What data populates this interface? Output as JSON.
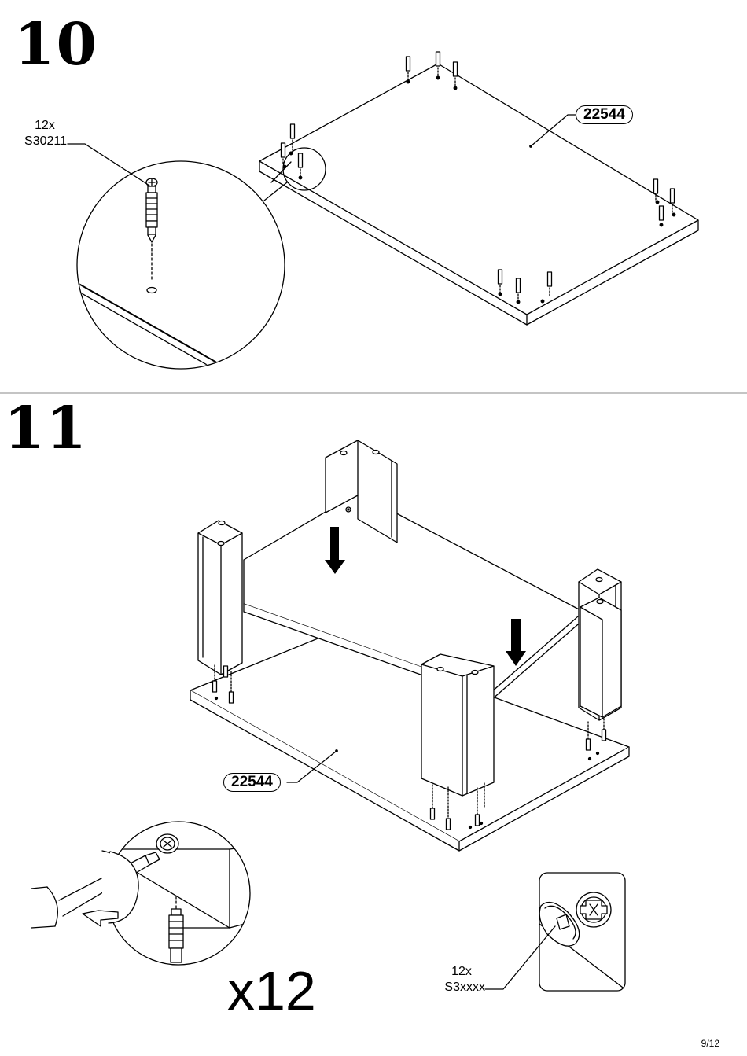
{
  "steps": [
    {
      "number": "10",
      "callout": {
        "quantity": "12x",
        "part_code": "S30211"
      },
      "panel_label": "22544"
    },
    {
      "number": "11",
      "panel_label": "22544",
      "tool_repeat": "x12",
      "callout": {
        "quantity": "12x",
        "part_code": "S3xxxx"
      }
    }
  ],
  "icons": [
    "cam-bolt-icon",
    "dowel-icon",
    "down-arrow-icon",
    "screwdriver-icon",
    "rotate-arrow-icon",
    "cam-lock-icon"
  ],
  "footer": {
    "page": "9/12"
  }
}
